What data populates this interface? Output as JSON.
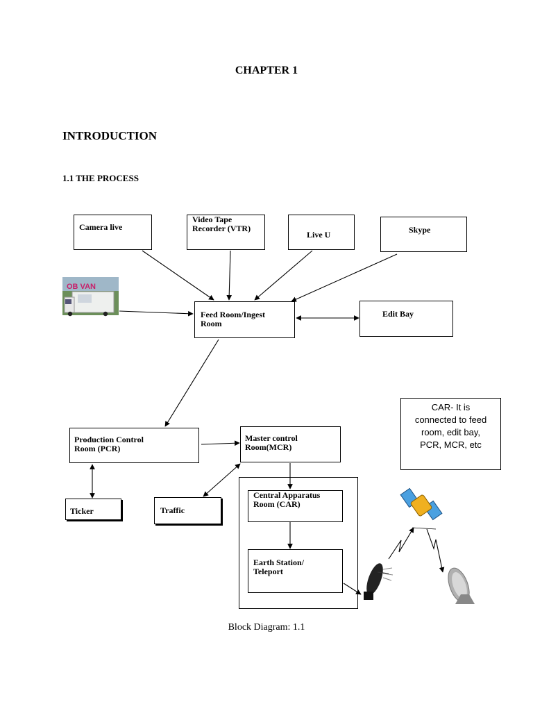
{
  "chapter_title": "CHAPTER 1",
  "intro_heading": "INTRODUCTION",
  "section_heading": "1.1  THE PROCESS",
  "caption": "Block Diagram: 1.1",
  "nodes": {
    "camera_live": "Camera live",
    "vtr": "Video Tape\nRecorder (VTR)",
    "live_u": "Live U",
    "skype": "Skype",
    "ob_van": "OB VAN",
    "feed_room": "Feed Room/Ingest\nRoom",
    "edit_bay": "Edit Bay",
    "pcr": "Production Control\nRoom (PCR)",
    "mcr": "Master control\nRoom(MCR)",
    "ticker": "Ticker",
    "traffic": "Traffic",
    "car": "Central Apparatus\nRoom (CAR)",
    "earth_station": "Earth Station/\nTeleport"
  },
  "car_note": "CAR- It is\nconnected to feed\nroom, edit bay,\nPCR, MCR, etc",
  "colors": {
    "ob_van_text": "#c8206a",
    "satellite_panel": "#4aa0e0",
    "satellite_body": "#f0b020"
  }
}
